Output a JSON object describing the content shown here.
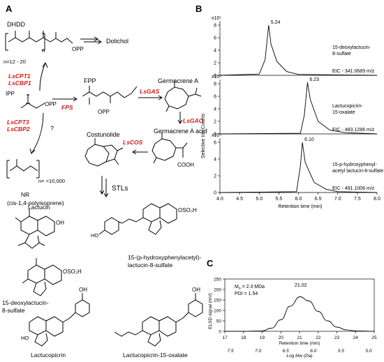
{
  "panels": {
    "a": "A",
    "b": "B",
    "c": "C"
  },
  "pathway": {
    "dhdd": "DHDD",
    "n_range": "n=12 - 20",
    "opp": "OPP",
    "dolichol": "Dolichol",
    "enz_cpt1": "LsCPT1",
    "enz_cbp1": "LsCBP1",
    "ipp": "IPP",
    "fpp": "FPP",
    "enz_fps": "FPS",
    "germacrene_a": "Germacrene A",
    "enz_gas": "LsGAS",
    "enz_cpt3": "LsCPT3",
    "enz_cbp2": "LsCBP2",
    "question": "?",
    "enz_gao": "LsGAO",
    "costunolide": "Costunolide",
    "enz_cos": "LsCOS",
    "germacrene_acid": "Germacrene A acid",
    "cooh": "COOH",
    "n_nr": "n= >10,000",
    "nr": "NR",
    "nr_full": "(cis-1,4-polyisoprene)",
    "stls": "STLs",
    "lactucin": "Lactucin",
    "oh": "OH",
    "oso3h": "OSO₃H",
    "deoxy_1": "15-deoxylactucin-",
    "deoxy_2": "8-sulfate",
    "hpa_1": "15-(p-hydroxyphenylacetyl)-",
    "hpa_2": "lactucin-8-sulfate",
    "lactucopicrin": "Lactucopicrin",
    "lac_oxalate": "Lactucopicrin-15-oxalate"
  },
  "chromatograms": {
    "y_axis_label": "Selective Ion Counts",
    "x_axis_label": "Retention time (min)",
    "x_ticks": [
      "4.0",
      "4.5",
      "5.0",
      "5.5",
      "6.0",
      "6.5",
      "7.0",
      "7.5",
      "8.0"
    ],
    "traces": [
      {
        "scale": "x10⁵",
        "y_ticks": [
          "8",
          "6",
          "4",
          "2",
          "0"
        ],
        "peak_label": "5.24",
        "peak_rt": 5.24,
        "compound_1": "15-deoxylactucin-",
        "compound_2": "8-sulfate",
        "eic": "EIC - 341.0689 m/z"
      },
      {
        "scale": "x10⁶",
        "y_ticks": [
          "8",
          "6",
          "4",
          "2",
          "0"
        ],
        "peak_label": "6.23",
        "peak_rt": 6.23,
        "compound_1": "Lactucopicrin-",
        "compound_2": "15-oxalate",
        "eic": "EIC - 483.1286 m/z"
      },
      {
        "scale": "x10⁵",
        "y_ticks": [
          "6",
          "4",
          "2",
          "0"
        ],
        "peak_label": "6.10",
        "peak_rt": 6.1,
        "compound_1": "15-p-hydroxyphenyl-",
        "compound_2": "acetyl lactucin-8-sulfate",
        "eic": "EIC - 491.1006 m/z"
      }
    ]
  },
  "chart_data": [
    {
      "type": "line",
      "title": "",
      "xlabel": "Retention time (min)",
      "ylabel": "Selective Ion Counts",
      "xlim": [
        4.0,
        8.0
      ],
      "series": [
        {
          "name": "15-deoxylactucin-8-sulfate",
          "x": [
            4.0,
            5.0,
            5.15,
            5.24,
            5.3,
            5.45,
            5.7,
            6.0,
            8.0
          ],
          "y": [
            0,
            0.2,
            2.5,
            8.0,
            5.0,
            2.2,
            0.6,
            0.15,
            0
          ]
        },
        {
          "name": "Lactucopicrin-15-oxalate",
          "x": [
            4.0,
            6.05,
            6.15,
            6.23,
            6.3,
            6.5,
            6.8,
            7.2,
            8.0
          ],
          "y": [
            0,
            0.1,
            3.0,
            8.2,
            5.5,
            2.0,
            0.6,
            0.2,
            0
          ]
        },
        {
          "name": "15-p-hydroxyphenylacetyl lactucin-8-sulfate",
          "x": [
            4.0,
            5.95,
            6.05,
            6.1,
            6.17,
            6.4,
            6.7,
            7.0,
            8.0
          ],
          "y": [
            0,
            0.1,
            3.2,
            6.0,
            3.6,
            1.2,
            0.4,
            0.1,
            0
          ]
        }
      ]
    },
    {
      "type": "line",
      "title": "",
      "xlabel": "Retention time (min)",
      "ylabel": "ELSD signal (mV)",
      "xlim": [
        17,
        25
      ],
      "ylim": [
        0,
        250
      ],
      "x_ticks": [
        "17",
        "18",
        "19",
        "20",
        "21",
        "22",
        "23",
        "24",
        "25"
      ],
      "y_ticks": [
        "250",
        "200",
        "150",
        "100",
        "50",
        "0"
      ],
      "secondary_x_label": "Log Mw (Da)",
      "secondary_x_ticks": [
        "7.5",
        "7.0",
        "6.5",
        "6.0",
        "5.5",
        "5.0"
      ],
      "annotations": [
        "Mn = 2.3 MDa",
        "PDI = 1.54"
      ],
      "peak_label": "21.02",
      "series": [
        {
          "name": "NR",
          "x": [
            17,
            18,
            19,
            19.5,
            20,
            20.5,
            21.02,
            21.5,
            22,
            22.5,
            23,
            23.5,
            24,
            25
          ],
          "y": [
            0,
            0,
            2,
            15,
            55,
            120,
            165,
            145,
            95,
            50,
            20,
            7,
            2,
            0
          ]
        }
      ]
    }
  ],
  "panel_c": {
    "mn_label": "M",
    "mn_sub": "n",
    "mn_value": " = 2.3 MDa",
    "pdi": "PDI = 1.54",
    "peak": "21.02",
    "y_axis_label": "ELSD signal (mV)",
    "x_axis_label": "Retention time (min)",
    "secondary_x_label": "Log Mw (Da)"
  }
}
